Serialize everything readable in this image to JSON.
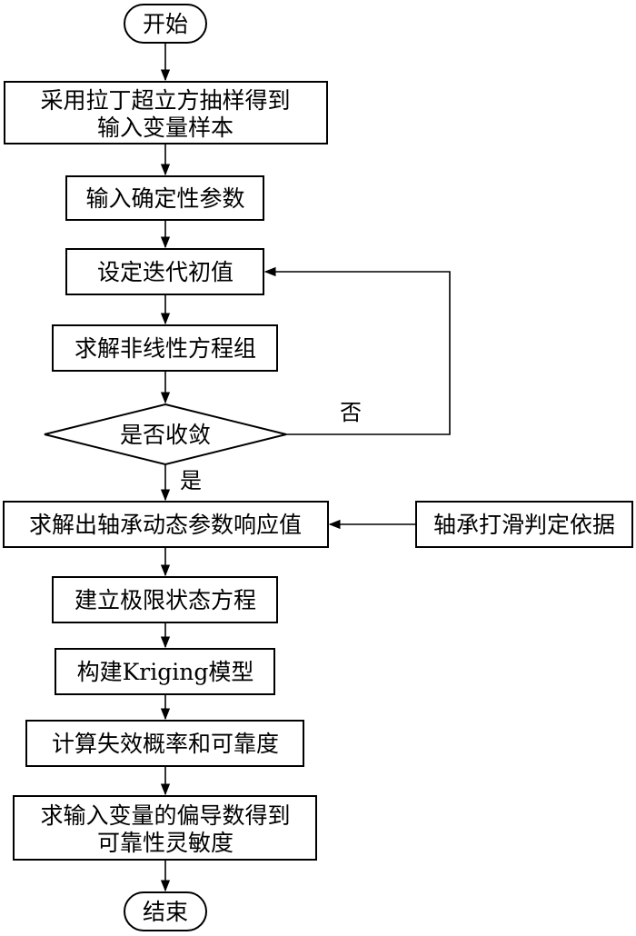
{
  "flowchart": {
    "start": "开始",
    "step_lhs": [
      "采用拉丁超立方抽样得到",
      "输入变量样本"
    ],
    "step_input": "输入确定性参数",
    "step_init": "设定迭代初值",
    "step_solve": "求解非线性方程组",
    "decision": "是否收敛",
    "label_no": "否",
    "label_yes": "是",
    "step_response": "求解出轴承动态参数响应值",
    "side_criterion": "轴承打滑判定依据",
    "step_limit_state": "建立极限状态方程",
    "step_kriging": "构建Kriging模型",
    "step_failure": "计算失效概率和可靠度",
    "step_sensitivity": [
      "求输入变量的偏导数得到",
      "可靠性灵敏度"
    ],
    "end": "结束"
  }
}
